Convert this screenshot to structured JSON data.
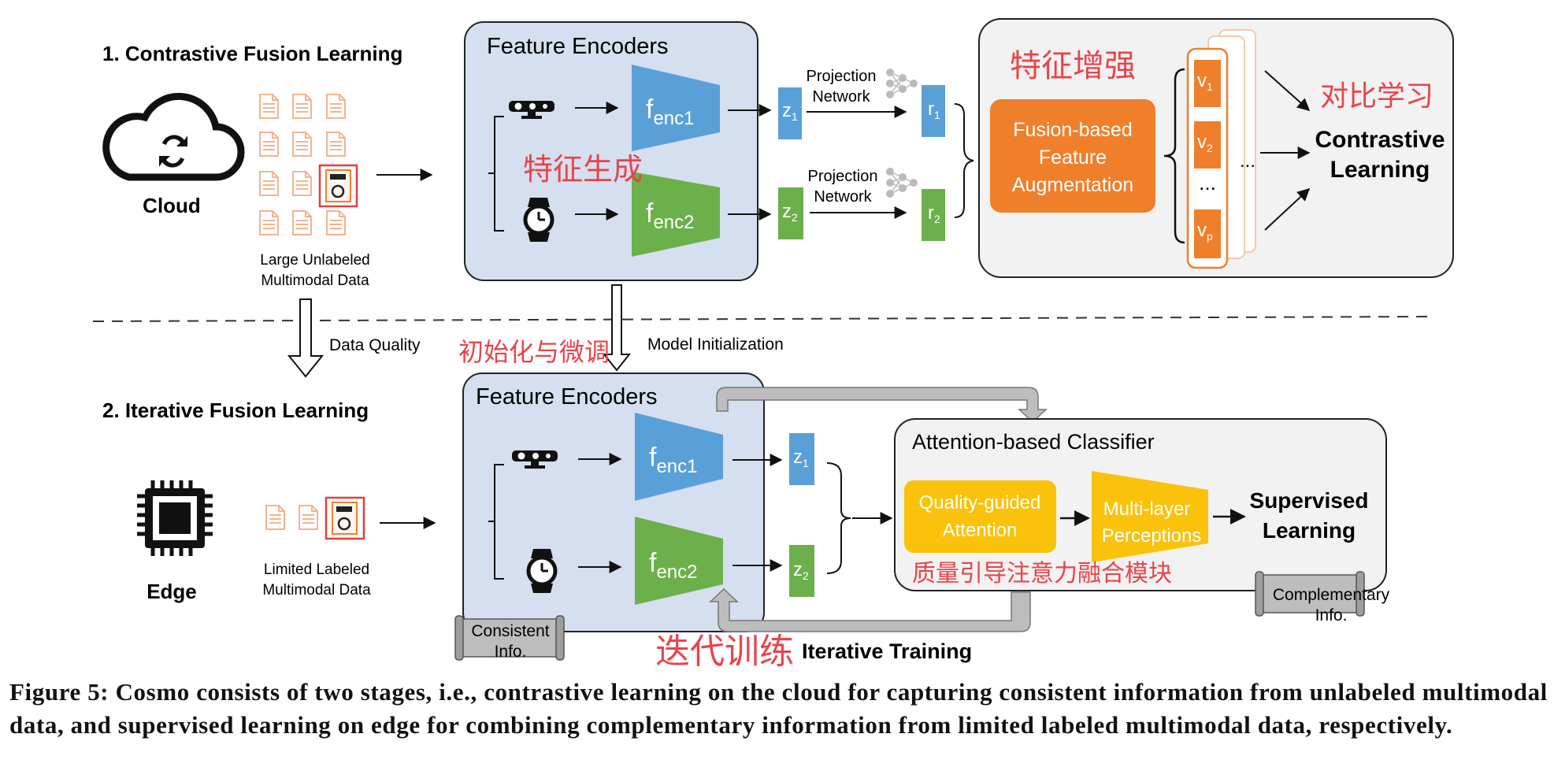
{
  "stage1": {
    "title": "1. Contrastive Fusion Learning",
    "cloud_label": "Cloud",
    "data_label_line1": "Large Unlabeled",
    "data_label_line2": "Multimodal Data",
    "encoders_title": "Feature Encoders",
    "enc1": {
      "main": "f",
      "sub": "enc1"
    },
    "enc2": {
      "main": "f",
      "sub": "enc2"
    },
    "z1": {
      "main": "z",
      "sub": "1"
    },
    "z2": {
      "main": "z",
      "sub": "2"
    },
    "r1": {
      "main": "r",
      "sub": "1"
    },
    "r2": {
      "main": "r",
      "sub": "2"
    },
    "projection_line1": "Projection",
    "projection_line2": "Network",
    "augmentation_lines": [
      "Fusion-based",
      "Feature",
      "Augmentation"
    ],
    "v1": {
      "main": "v",
      "sub": "1"
    },
    "v2": {
      "main": "v",
      "sub": "2"
    },
    "vp": {
      "main": "v",
      "sub": "p"
    },
    "ellipsis": "...",
    "contrastive_line1": "Contrastive",
    "contrastive_line2": "Learning",
    "zh_feature_generation": "特征生成",
    "zh_feature_enhancement": "特征增强",
    "zh_contrastive": "对比学习"
  },
  "middle": {
    "data_quality": "Data Quality",
    "model_init": "Model Initialization",
    "zh_init": "初始化与微调"
  },
  "stage2": {
    "title": "2. Iterative Fusion Learning",
    "edge_label": "Edge",
    "data_label_line1": "Limited Labeled",
    "data_label_line2": "Multimodal Data",
    "encoders_title": "Feature Encoders",
    "enc1": {
      "main": "f",
      "sub": "enc1"
    },
    "enc2": {
      "main": "f",
      "sub": "enc2"
    },
    "z1": {
      "main": "z",
      "sub": "1"
    },
    "z2": {
      "main": "z",
      "sub": "2"
    },
    "classifier_title": "Attention-based Classifier",
    "quality_line1": "Quality-guided",
    "quality_line2": "Attention",
    "mlp_line1": "Multi-layer",
    "mlp_line2": "Perceptions",
    "supervised_line1": "Supervised",
    "supervised_line2": "Learning",
    "zh_quality": "质量引导注意力融合模块",
    "consistent_line1": "Consistent",
    "consistent_line2": "Info.",
    "complementary_line1": "Complementary",
    "complementary_line2": "Info.",
    "zh_iterative": "迭代训练",
    "iterative_training": "Iterative Training"
  },
  "caption": "Figure 5: Cosmo consists of two stages, i.e., contrastive learning on the cloud for capturing consistent information from unlabeled multimodal data, and supervised learning on edge for combining complementary information from limited labeled multimodal data, respectively.",
  "colors": {
    "encoder_panel": "#d5dff0",
    "enc_blue": "#5aa0d8",
    "enc_green": "#6bb04a",
    "orange": "#f07f2c",
    "yellow": "#fbc20b",
    "panel_gray": "#f2f2f2",
    "annotation_red": "#e8444a"
  }
}
